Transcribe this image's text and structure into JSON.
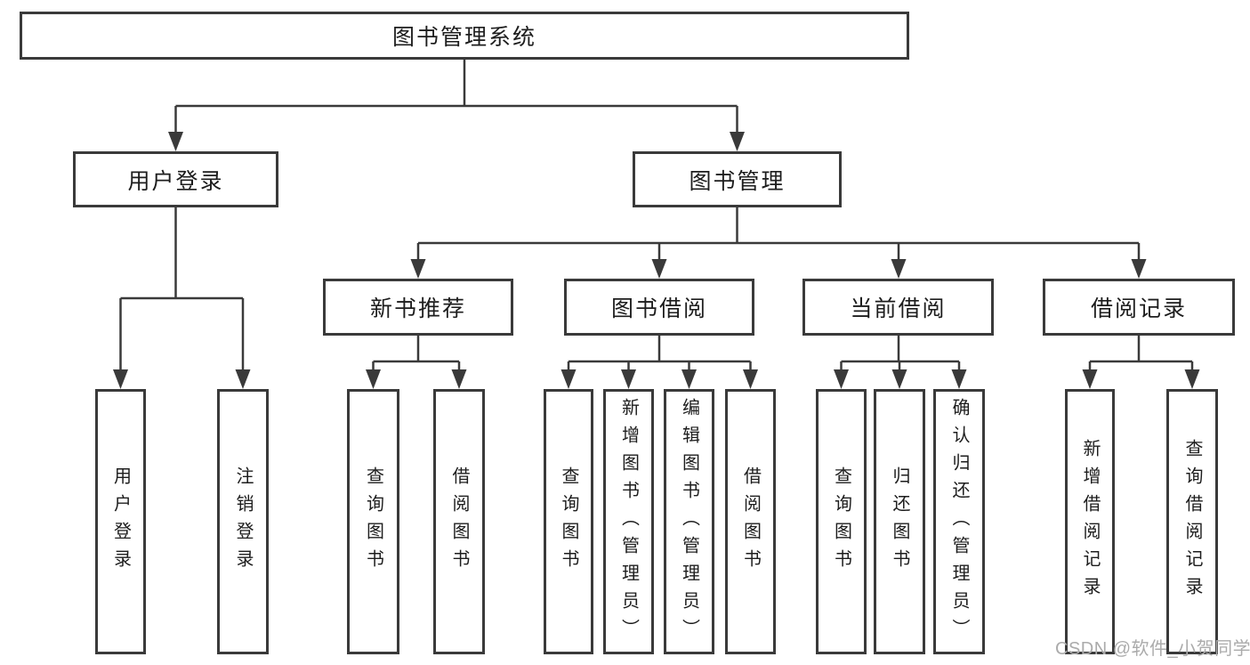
{
  "diagram": {
    "root_label": "图书管理系统",
    "branches": [
      {
        "label": "用户登录",
        "children": [
          {
            "label": "用户登录"
          },
          {
            "label": "注销登录"
          }
        ]
      },
      {
        "label": "图书管理",
        "groups": [
          {
            "label": "新书推荐",
            "children": [
              {
                "label": "查询图书"
              },
              {
                "label": "借阅图书"
              }
            ]
          },
          {
            "label": "图书借阅",
            "children": [
              {
                "label": "查询图书"
              },
              {
                "label": "新增图书（管理员）"
              },
              {
                "label": "编辑图书（管理员）"
              },
              {
                "label": "借阅图书"
              }
            ]
          },
          {
            "label": "当前借阅",
            "children": [
              {
                "label": "查询图书"
              },
              {
                "label": "归还图书"
              },
              {
                "label": "确认归还（管理员）"
              }
            ]
          },
          {
            "label": "借阅记录",
            "children": [
              {
                "label": "新增借阅记录"
              },
              {
                "label": "查询借阅记录"
              }
            ]
          }
        ]
      }
    ]
  },
  "watermark": "CSDN @软件_小贺同学",
  "colors": {
    "line": "#3a3a3a",
    "text": "#1d1d1d",
    "watermark": "#ababab",
    "background": "#ffffff"
  }
}
